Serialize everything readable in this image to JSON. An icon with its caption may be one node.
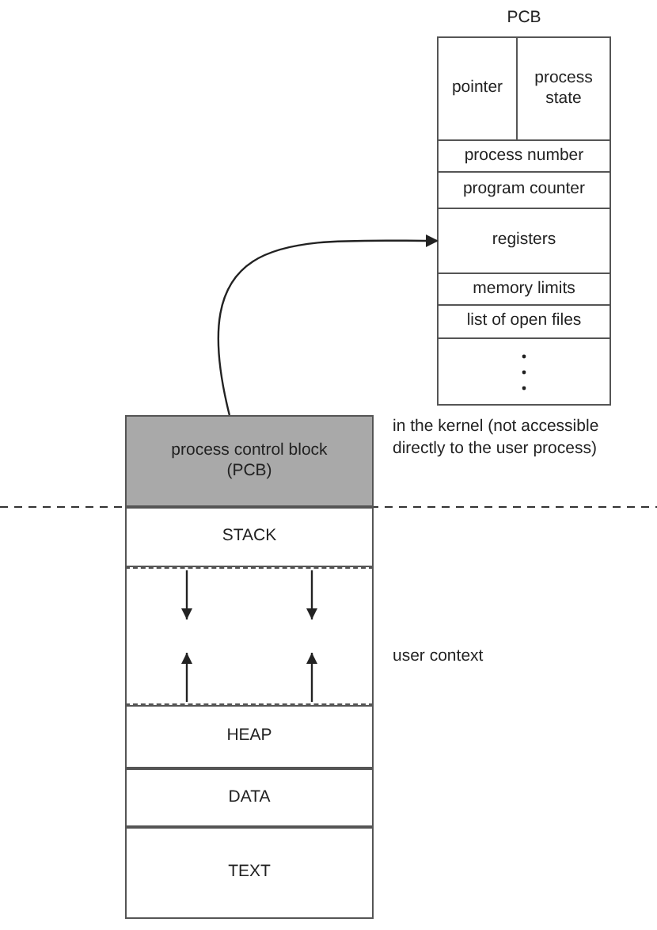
{
  "diagram": {
    "nodes": [
      {
        "text": [
          "PCB"
        ]
      },
      {
        "text": [
          "pointer"
        ],
        "in": 0
      },
      {
        "text": [
          "process state"
        ],
        "in": 0
      },
      {
        "text": [
          "process number"
        ],
        "in": 0
      },
      {
        "text": [
          "program counter"
        ],
        "in": 0
      },
      {
        "text": [
          "registers"
        ],
        "in": 0
      },
      {
        "text": [
          "memory limits"
        ],
        "in": 0
      },
      {
        "text": [
          "list of open files"
        ],
        "in": 0
      },
      {
        "text": [],
        "shape": "box",
        "in": 0
      },
      {
        "text": [
          "process control block (PCB)"
        ]
      },
      {
        "text": [
          "STACK"
        ]
      },
      {
        "text": [],
        "shape": "box"
      },
      {
        "text": [
          "HEAP"
        ]
      },
      {
        "text": [
          "DATA"
        ]
      },
      {
        "text": [
          "TEXT"
        ]
      }
    ],
    "edges": [
      {
        "from": 9,
        "to": 5,
        "arrow": "to"
      }
    ],
    "labels": [
      "in the kernel (not accessible directly to the user process)",
      "user context"
    ]
  }
}
